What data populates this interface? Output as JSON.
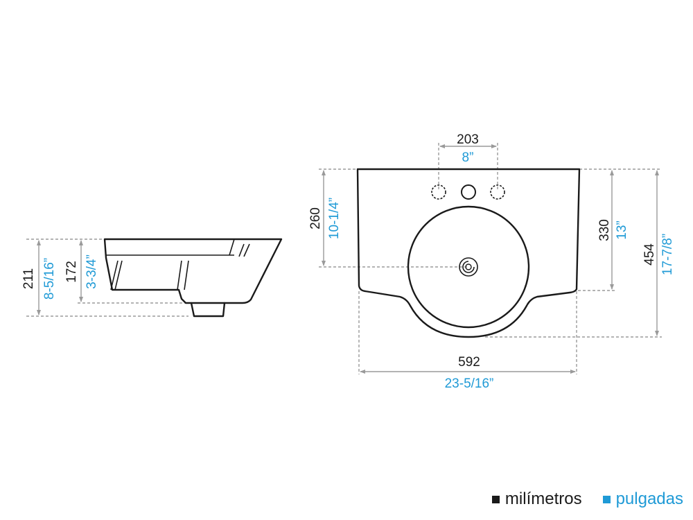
{
  "dimensions": {
    "side_height_total": {
      "mm": "211",
      "inch": "8-5/16”"
    },
    "side_height_bowl": {
      "mm": "172",
      "inch": "3-3/4”"
    },
    "tap_hole_spacing": {
      "mm": "203",
      "inch": "8”"
    },
    "drain_offset": {
      "mm": "260",
      "inch": "10-1/4”"
    },
    "side_depth": {
      "mm": "330",
      "inch": "13”"
    },
    "total_depth": {
      "mm": "454",
      "inch": "17-7/8”"
    },
    "width": {
      "mm": "592",
      "inch": "23-5/16”"
    }
  },
  "legend": {
    "millimeters_label": "milímetros",
    "inches_label": "pulgadas",
    "millimeters_color": "#1a1a1a",
    "inches_color": "#1f9ad6"
  }
}
